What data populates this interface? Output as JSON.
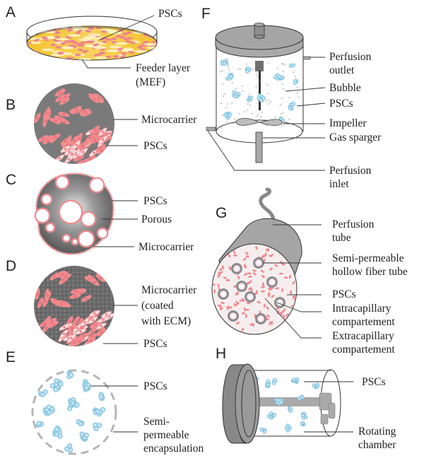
{
  "figure": {
    "panels": [
      {
        "id": "A",
        "title": "Petri dish culture on feeder layer",
        "labels": [
          "PSCs",
          "Feeder layer",
          "(MEF)"
        ]
      },
      {
        "id": "B",
        "title": "Microcarrier",
        "labels": [
          "Microcarrier",
          "PSCs"
        ]
      },
      {
        "id": "C",
        "title": "Porous microcarrier",
        "labels": [
          "PSCs",
          "Porous",
          "Microcarrier"
        ]
      },
      {
        "id": "D",
        "title": "ECM-coated microcarrier",
        "labels": [
          "Microcarrier",
          "(coated",
          "with ECM)",
          "PSCs"
        ]
      },
      {
        "id": "E",
        "title": "Encapsulation",
        "labels": [
          "PSCs",
          "Semi-",
          "permeable",
          "encapsulation"
        ]
      },
      {
        "id": "F",
        "title": "Stirred bioreactor",
        "labels": [
          "Perfusion",
          "outlet",
          "Bubble",
          "PSCs",
          "Impeller",
          "Gas sparger",
          "Perfusion",
          "inlet"
        ]
      },
      {
        "id": "G",
        "title": "Hollow fiber bioreactor",
        "labels": [
          "Perfusion",
          "tube",
          "Semi-permeable",
          "hollow fiber tube",
          "PSCs",
          "Intracapillary",
          "compartement",
          "Extracapillary",
          "compartement"
        ]
      },
      {
        "id": "H",
        "title": "Rotating wall vessel",
        "labels": [
          "PSCs",
          "Rotating",
          "chamber"
        ]
      }
    ],
    "colors": {
      "cell_pink": "#f08a8f",
      "cell_light": "#fbe0e1",
      "cell_nucleus": "#e23c48",
      "feeder_yellow": "#f2c230",
      "microcarrier_gray": "#7a7a7a",
      "aggregate_blue": "#9fd3ea",
      "vessel_gray": "#a9a9a9",
      "dark_gray": "#555555"
    }
  }
}
